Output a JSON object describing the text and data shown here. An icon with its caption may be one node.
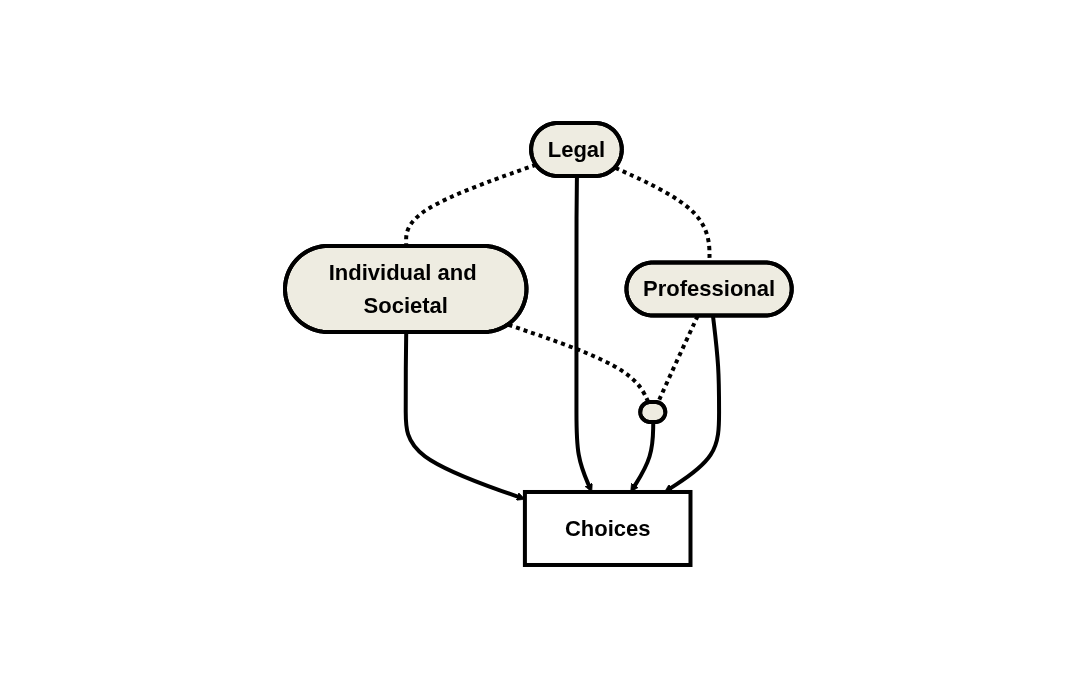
{
  "diagram": {
    "nodes": [
      {
        "text": [
          "Individual and Societal"
        ]
      },
      {
        "text": [
          "Legal"
        ]
      },
      {
        "text": [
          "Choices"
        ]
      },
      {
        "text": [],
        "shape": "circle"
      },
      {
        "text": [
          "Professional"
        ]
      }
    ],
    "edges": [
      {
        "from": 0,
        "to": 2,
        "arrow": "to"
      },
      {
        "from": 1,
        "to": 2,
        "arrow": "to"
      },
      {
        "from": 3,
        "to": 2,
        "arrow": "to"
      },
      {
        "from": 4,
        "to": 2,
        "arrow": "to"
      },
      {
        "from": 1,
        "to": 0,
        "arrow": "none",
        "style": "dashed"
      },
      {
        "from": 0,
        "to": 3,
        "arrow": "none",
        "style": "dashed"
      },
      {
        "from": 1,
        "to": 4,
        "arrow": "none",
        "style": "dashed"
      },
      {
        "from": 4,
        "to": 3,
        "arrow": "none",
        "style": "dashed"
      }
    ]
  }
}
